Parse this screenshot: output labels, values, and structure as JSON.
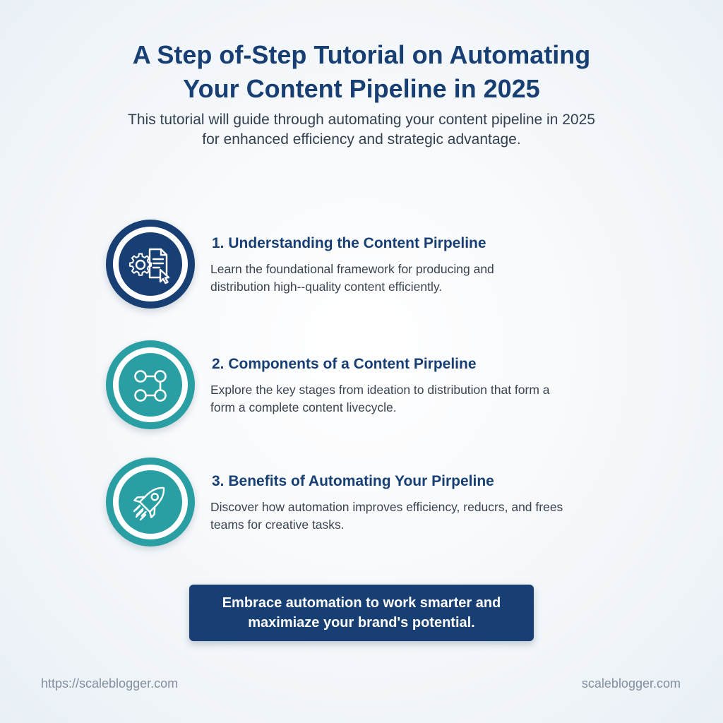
{
  "header": {
    "title_line1": "A Step of-Step Tutorial on Automating",
    "title_line2": "Your Content Pipeline in 2025",
    "subtitle_line1": "This tutorial will guide through automating your content pipeline in 2025",
    "subtitle_line2": "for enhanced efficiency and strategic advantage."
  },
  "steps": [
    {
      "icon": "gear-document-cursor-icon",
      "title": "1. Understanding the Content Pirpeline",
      "desc_line1": "Learn the foundational framework for producing and",
      "desc_line2": "distribution high--quality content efficiently."
    },
    {
      "icon": "workflow-nodes-icon",
      "title": "2. Components of a Content Pirpeline",
      "desc_line1": "Explore the key stages from ideation to distribution that form a",
      "desc_line2": "form a complete content livecycle."
    },
    {
      "icon": "rocket-icon",
      "title": "3. Benefits of Automating Your Pirpeline",
      "desc_line1": "Discover how automation improves efficiency, reducrs, and frees",
      "desc_line2": "teams for creative tasks."
    }
  ],
  "cta": {
    "line1": "Embrace automation to work smarter and",
    "line2": "maximiaze your brand's potential."
  },
  "footer": {
    "left": "https://scaleblogger.com",
    "right": "scaleblogger.com"
  },
  "colors": {
    "navy": "#173f73",
    "teal": "#2a9fa3",
    "background": "#f3f6f9"
  }
}
